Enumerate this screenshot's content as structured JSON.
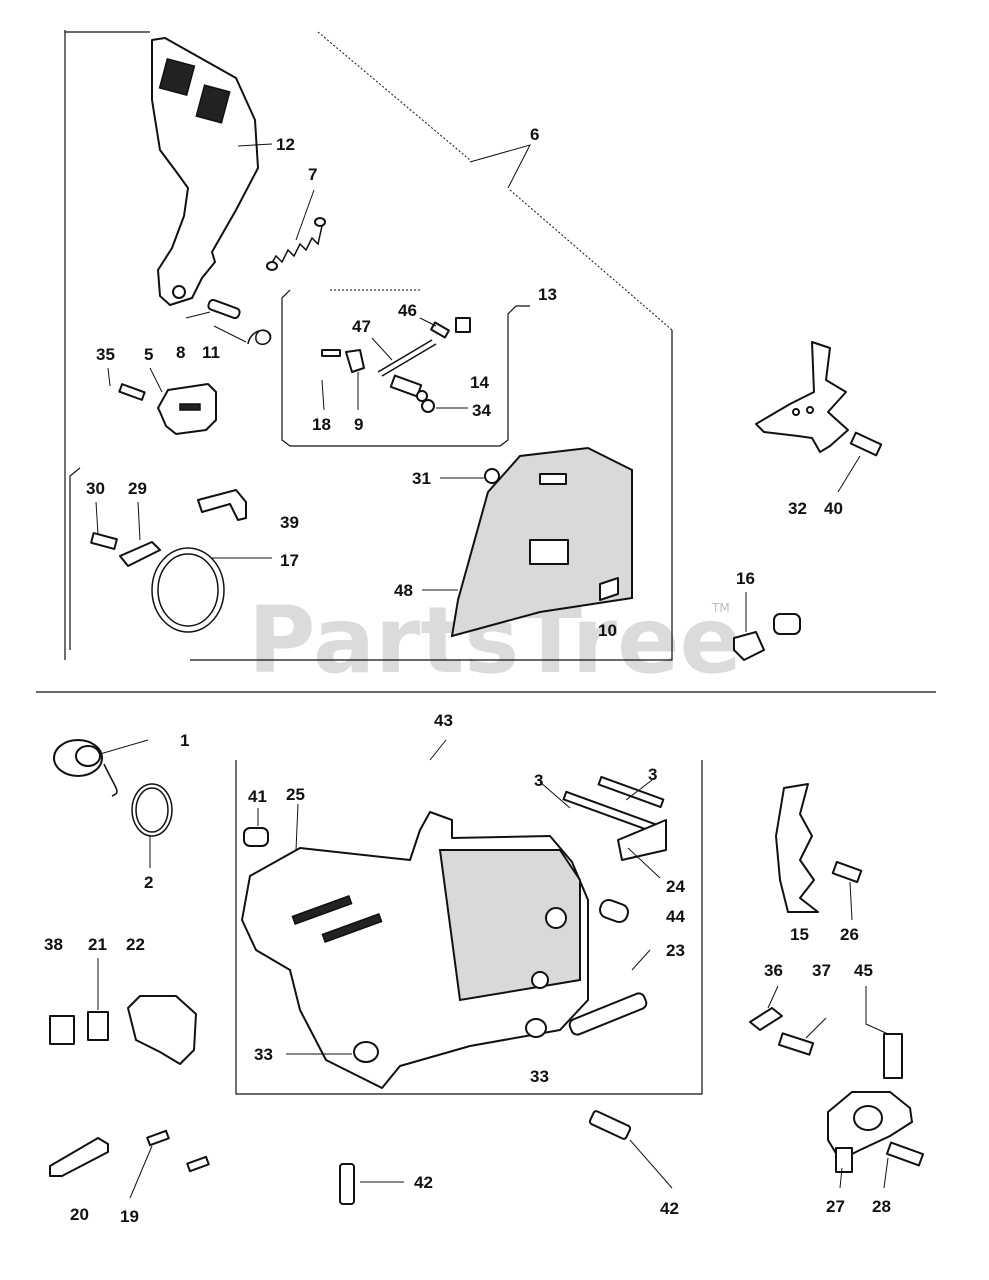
{
  "watermark": {
    "text": "PartsTree",
    "trademark": "TM"
  },
  "upper_section": {
    "callouts": {
      "c12": "12",
      "c7": "7",
      "c6": "6",
      "c8": "8",
      "c11": "11",
      "c35": "35",
      "c5": "5",
      "c47": "47",
      "c46": "46",
      "c13": "13",
      "c14": "14",
      "c34": "34",
      "c18": "18",
      "c9": "9",
      "c30": "30",
      "c29": "29",
      "c39": "39",
      "c17": "17",
      "c31": "31",
      "c48": "48",
      "c10": "10",
      "c32": "32",
      "c40": "40",
      "c16": "16"
    }
  },
  "lower_section": {
    "callouts": {
      "c1": "1",
      "c2": "2",
      "c43": "43",
      "c41": "41",
      "c25": "25",
      "c3a": "3",
      "c3b": "3",
      "c24": "24",
      "c44": "44",
      "c23": "23",
      "c33a": "33",
      "c33b": "33",
      "c38": "38",
      "c21": "21",
      "c22": "22",
      "c20": "20",
      "c19": "19",
      "c42a": "42",
      "c42b": "42",
      "c15": "15",
      "c26": "26",
      "c36": "36",
      "c37": "37",
      "c45": "45",
      "c27": "27",
      "c28": "28"
    }
  }
}
